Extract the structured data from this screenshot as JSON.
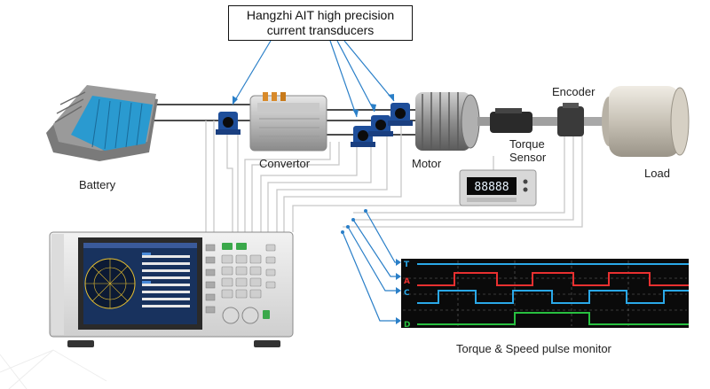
{
  "title": {
    "line1": "Hangzhi AIT high precision",
    "line2": "current transducers"
  },
  "labels": {
    "battery": "Battery",
    "convertor": "Convertor",
    "motor": "Motor",
    "torque_sensor_line1": "Torque",
    "torque_sensor_line2": "Sensor",
    "encoder": "Encoder",
    "load": "Load",
    "pulse_monitor": "Torque & Speed pulse monitor"
  },
  "meter_display": "88888",
  "pulse_channels": [
    "T",
    "A",
    "C",
    "D"
  ],
  "colors": {
    "wire_gray": "#c8c8c8",
    "pointer_blue": "#2a7fc8",
    "scope_bg": "#0a0a0a",
    "trace_blue": "#2aa8e8",
    "trace_red": "#e83030",
    "trace_green": "#28c040",
    "battery_cells": "#2a9ad0",
    "transducer": "#1e4e9a"
  }
}
